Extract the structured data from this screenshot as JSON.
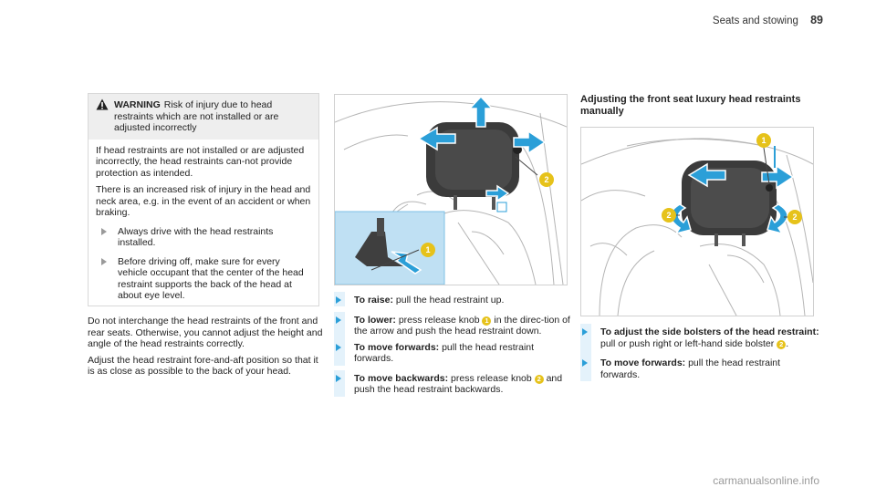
{
  "header": {
    "section": "Seats and stowing",
    "page": "89"
  },
  "warning": {
    "label": "WARNING",
    "headline": "Risk of injury due to head restraints which are not installed or are adjusted incorrectly",
    "paragraphs": [
      "If head restraints are not installed or are adjusted incorrectly, the head restraints can-not provide protection as intended.",
      "There is an increased risk of injury in the head and neck area, e.g. in the event of an accident or when braking."
    ],
    "bullets": [
      "Always drive with the head restraints installed.",
      "Before driving off, make sure for every vehicle occupant that the center of the head restraint supports the back of the head at about eye level."
    ]
  },
  "col1": {
    "paragraphs": [
      "Do not interchange the head restraints of the front and rear seats. Otherwise, you cannot adjust the height and angle of the head restraints correctly.",
      "Adjust the head restraint fore-and-aft position so that it is as close as possible to the back of your head."
    ]
  },
  "col2": {
    "steps": [
      {
        "label": "To raise:",
        "text": "pull the head restraint up."
      },
      {
        "label": "To lower:",
        "pre": "press release knob",
        "num": "1",
        "post": "in the direc-tion of the arrow and push the head restraint down."
      },
      {
        "label": "To move forwards:",
        "text": "pull the head restraint forwards."
      },
      {
        "label": "To move backwards:",
        "pre": "press release knob",
        "num": "2",
        "post": "and push the head restraint backwards."
      }
    ]
  },
  "col3": {
    "title": "Adjusting the front seat luxury head restraints manually",
    "steps": [
      {
        "label": "To adjust the side bolsters of the head restraint:",
        "pre": "pull or push right or left-hand side bolster",
        "num": "2",
        "post": "."
      },
      {
        "label": "To move forwards:",
        "text": "pull the head restraint forwards."
      }
    ]
  },
  "figures": {
    "fig1": {
      "callouts": [
        "1",
        "2"
      ]
    },
    "fig2": {
      "callouts": [
        "1",
        "2",
        "2"
      ]
    }
  },
  "footer": {
    "watermark": "carmanualsonline.info"
  },
  "colors": {
    "accent": "#2b9fd8",
    "callout": "#e6c21a",
    "warning_bg": "#eeeeee"
  }
}
